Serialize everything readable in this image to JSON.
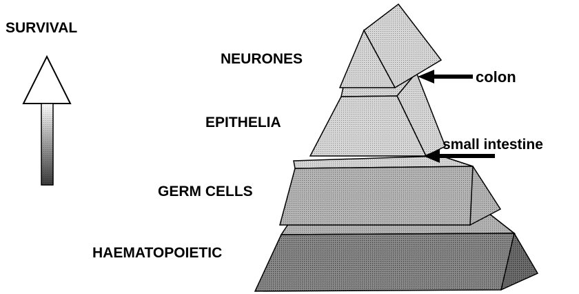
{
  "labels": {
    "survival": "SURVIVAL",
    "neurones": "NEURONES",
    "epithelia": "EPITHELIA",
    "germ_cells": "GERM CELLS",
    "haematopoietic": "HAEMATOPOIETIC"
  },
  "annotations": {
    "colon": "colon",
    "small_intestine": "small intestine"
  }
}
